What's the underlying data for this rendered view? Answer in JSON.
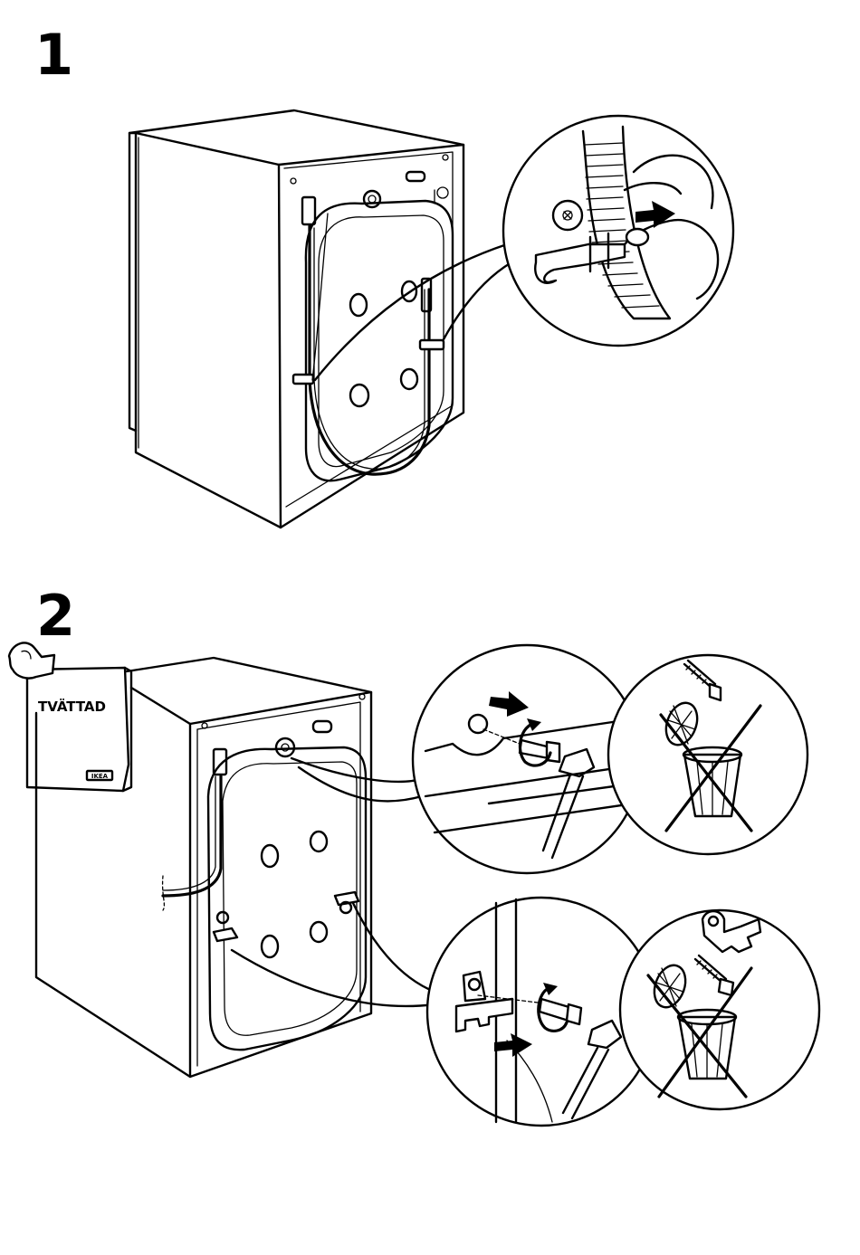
{
  "steps": [
    {
      "number": "1"
    },
    {
      "number": "2"
    }
  ],
  "booklet": {
    "title": "TVÄTTAD",
    "logo": "IKEA"
  },
  "icons": {
    "arrow": "black-arrow-icon",
    "rotate": "counterclockwise-rotation-icon",
    "discard": "crossed-out-trash-bin-icon"
  }
}
